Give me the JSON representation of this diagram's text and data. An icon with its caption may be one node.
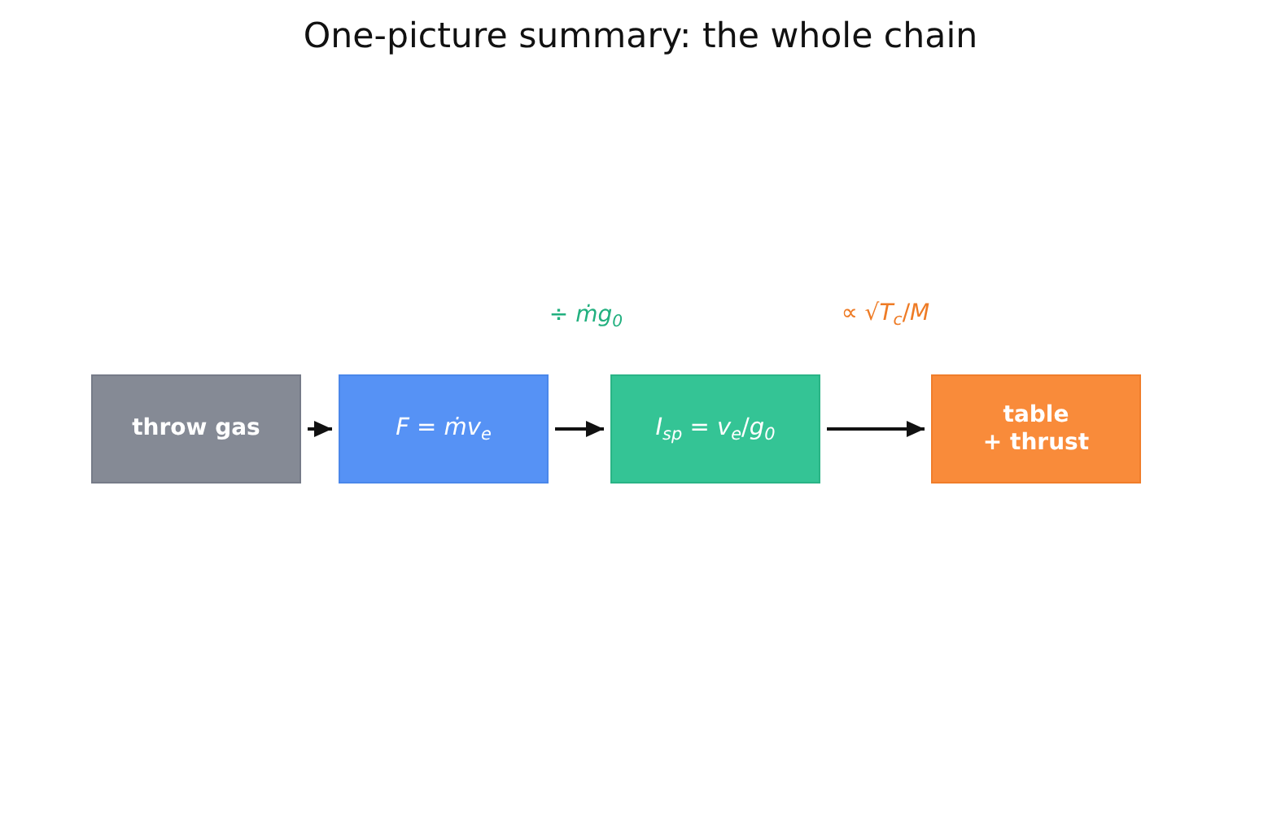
{
  "diagram": {
    "title": "One-picture summary: the whole chain",
    "nodes": [
      {
        "text": [
          "throw gas"
        ]
      },
      {
        "text": [
          "*F* = *ṁv*$_{e}$"
        ]
      },
      {
        "text": [
          "*I*$_{sp}$ = *v*$_{e}$/*g*$_{0}$"
        ]
      },
      {
        "text": [
          "table + thrust"
        ]
      }
    ],
    "edges": [
      {
        "from": 0,
        "to": 1,
        "arrow": "to"
      },
      {
        "from": 1,
        "to": 2,
        "arrow": "to",
        "label": "÷ *ṁg*$_{0}$"
      },
      {
        "from": 2,
        "to": 3,
        "arrow": "to",
        "label": "∝ √*T*$_{c}$/*M*"
      }
    ]
  }
}
